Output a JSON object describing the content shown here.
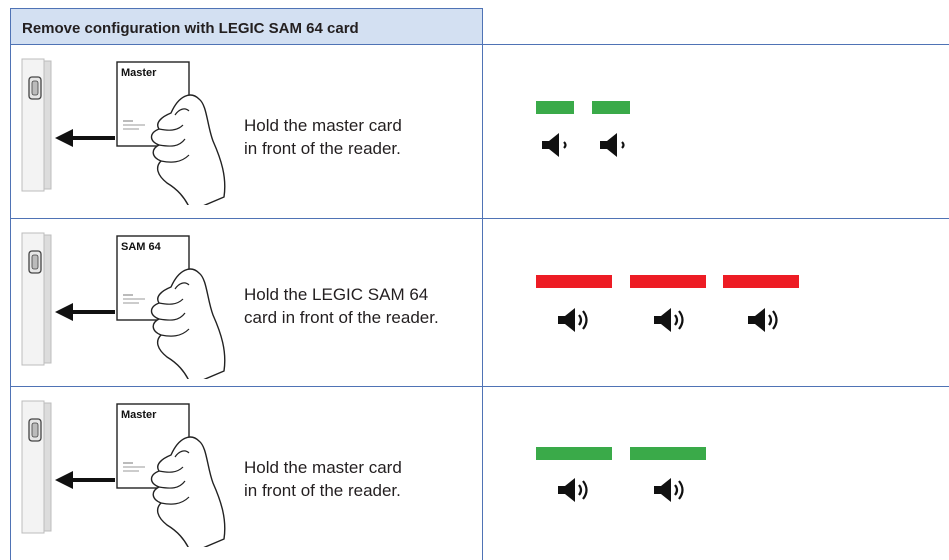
{
  "table": {
    "title": "Remove configuration with LEGIC SAM 64 card",
    "steps": [
      {
        "card_label": "Master",
        "instruction_line1": "Hold the master card",
        "instruction_line2": "in front of the reader.",
        "signal": {
          "led_color": "green",
          "led_count": 2,
          "led_length": "short",
          "beep_count": 2,
          "beep_type": "short"
        }
      },
      {
        "card_label": "SAM 64",
        "instruction_line1": "Hold the LEGIC SAM 64",
        "instruction_line2": "card in front of the reader.",
        "signal": {
          "led_color": "red",
          "led_count": 3,
          "led_length": "long",
          "beep_count": 3,
          "beep_type": "long"
        }
      },
      {
        "card_label": "Master",
        "instruction_line1": "Hold the master card",
        "instruction_line2": "in front of the reader.",
        "signal": {
          "led_color": "green",
          "led_count": 2,
          "led_length": "long",
          "beep_count": 2,
          "beep_type": "long"
        }
      }
    ]
  },
  "colors": {
    "border": "#4f73b5",
    "header_bg": "#d3e0f2",
    "led_green": "#3aaa49",
    "led_red": "#ed1c24"
  },
  "icons": [
    "reader-device-icon",
    "card-in-hand-icon",
    "arrow-left-icon",
    "speaker-short-beep-icon",
    "speaker-long-beep-icon"
  ]
}
